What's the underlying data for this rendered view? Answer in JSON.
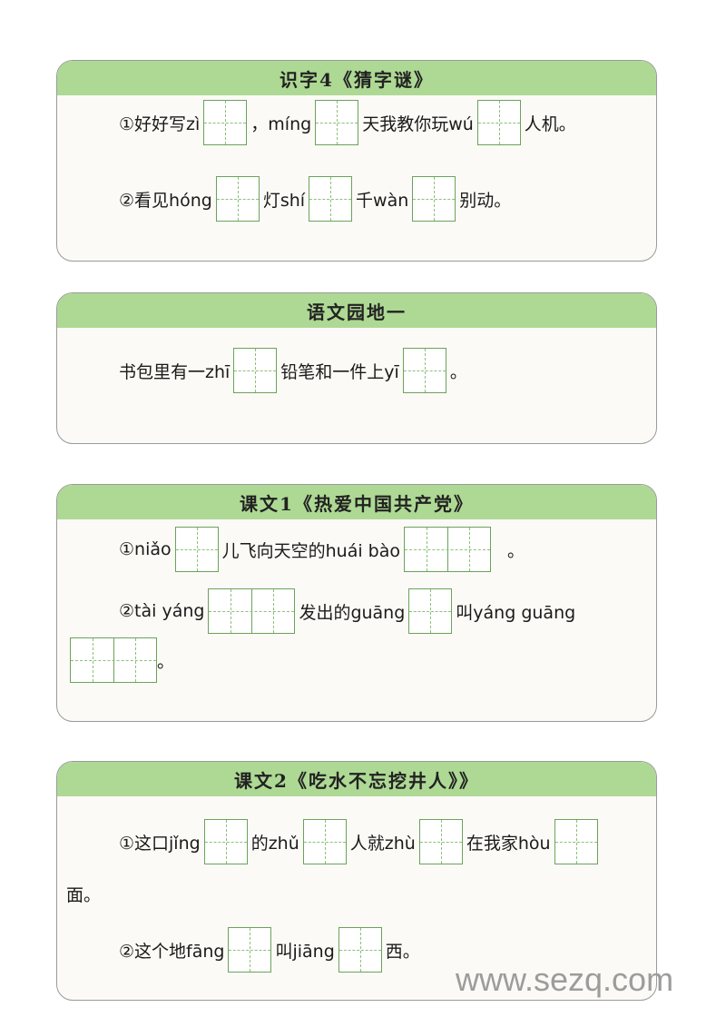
{
  "sections": [
    {
      "title": "识字4《猜字谜》",
      "items": [
        {
          "parts": [
            "①好好写zì",
            "，míng",
            "天我教你玩wú",
            "人机。"
          ],
          "boxes": [
            1,
            1,
            1
          ]
        },
        {
          "parts": [
            "②看见hóng",
            "灯shí",
            "千wàn",
            "别动。"
          ],
          "boxes": [
            1,
            1,
            1
          ]
        }
      ]
    },
    {
      "title": "语文园地一",
      "items": [
        {
          "parts": [
            "书包里有一zhī",
            "铅笔和一件上yī",
            "。"
          ],
          "boxes": [
            1,
            1
          ]
        }
      ]
    },
    {
      "title": "课文1《热爱中国共产党》",
      "items": [
        {
          "parts": [
            "①niǎo",
            "儿飞向天空的huái bào",
            "。"
          ],
          "boxes": [
            1,
            2
          ]
        },
        {
          "parts": [
            "②tài yáng",
            "发出的guāng",
            "叫yáng guāng"
          ],
          "boxes": [
            2,
            1
          ]
        },
        {
          "parts": [
            "",
            "。"
          ],
          "boxes": [
            2
          ]
        }
      ]
    },
    {
      "title": "课文2《吃水不忘挖井人》》",
      "items": [
        {
          "parts": [
            "①这口jǐng",
            "的zhǔ",
            "人就zhù",
            "在我家hòu"
          ],
          "boxes": [
            1,
            1,
            1,
            1
          ]
        },
        {
          "parts": [
            "面。"
          ],
          "boxes": []
        },
        {
          "parts": [
            "②这个地fāng",
            "叫jiāng",
            "西。"
          ],
          "boxes": [
            1,
            1
          ]
        }
      ]
    }
  ],
  "watermark": "www.sezq.com",
  "colors": {
    "header_bg": "#aed994",
    "card_bg": "#fcfaf6",
    "box_border": "#6aa35a",
    "watermark": "#9c9c9c"
  }
}
